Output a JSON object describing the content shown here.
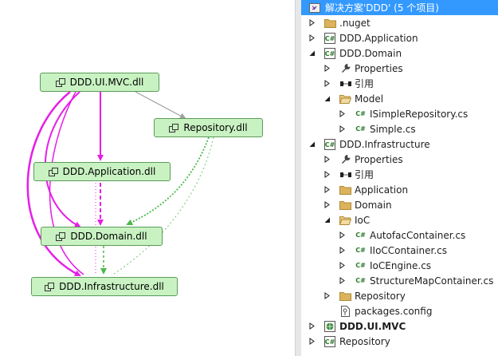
{
  "diagram": {
    "nodes": [
      {
        "id": "mvc",
        "label": "DDD.UI.MVC.dll"
      },
      {
        "id": "repo",
        "label": "Repository.dll"
      },
      {
        "id": "app",
        "label": "DDD.Application.dll"
      },
      {
        "id": "domain",
        "label": "DDD.Domain.dll"
      },
      {
        "id": "infra",
        "label": "DDD.Infrastructure.dll"
      }
    ],
    "colors": {
      "node_fill": "#c9f2c2",
      "node_border": "#5a9c5a",
      "edge_magenta": "#e61ee6",
      "edge_gray": "#a0a0a0",
      "edge_green": "#4cb84c"
    }
  },
  "explorer": {
    "solution_title": "解决方案'DDD' (5 个项目)",
    "items": [
      {
        "label": ".nuget",
        "icon": "folder-icon"
      },
      {
        "label": "DDD.Application",
        "icon": "csharp-project-icon"
      },
      {
        "label": "DDD.Domain",
        "icon": "csharp-project-icon"
      },
      {
        "label": "Properties",
        "icon": "wrench-icon"
      },
      {
        "label": "引用",
        "icon": "references-icon"
      },
      {
        "label": "Model",
        "icon": "folder-open-icon"
      },
      {
        "label": "ISimpleRepository.cs",
        "icon": "csharp-file-icon"
      },
      {
        "label": "Simple.cs",
        "icon": "csharp-file-icon"
      },
      {
        "label": "DDD.Infrastructure",
        "icon": "csharp-project-icon"
      },
      {
        "label": "Properties",
        "icon": "wrench-icon"
      },
      {
        "label": "引用",
        "icon": "references-icon"
      },
      {
        "label": "Application",
        "icon": "folder-icon"
      },
      {
        "label": "Domain",
        "icon": "folder-icon"
      },
      {
        "label": "IoC",
        "icon": "folder-open-icon"
      },
      {
        "label": "AutofacContainer.cs",
        "icon": "csharp-file-icon"
      },
      {
        "label": "IIoCContainer.cs",
        "icon": "csharp-file-icon"
      },
      {
        "label": "IoCEngine.cs",
        "icon": "csharp-file-icon"
      },
      {
        "label": "StructureMapContainer.cs",
        "icon": "csharp-file-icon"
      },
      {
        "label": "Repository",
        "icon": "folder-icon"
      },
      {
        "label": "packages.config",
        "icon": "config-file-icon"
      },
      {
        "label": "DDD.UI.MVC",
        "icon": "web-project-icon"
      },
      {
        "label": "Repository",
        "icon": "csharp-project-icon"
      }
    ],
    "colors": {
      "selection": "#3399ff",
      "folder": "#dcb35c",
      "csharp": "#2a7a2a"
    }
  }
}
